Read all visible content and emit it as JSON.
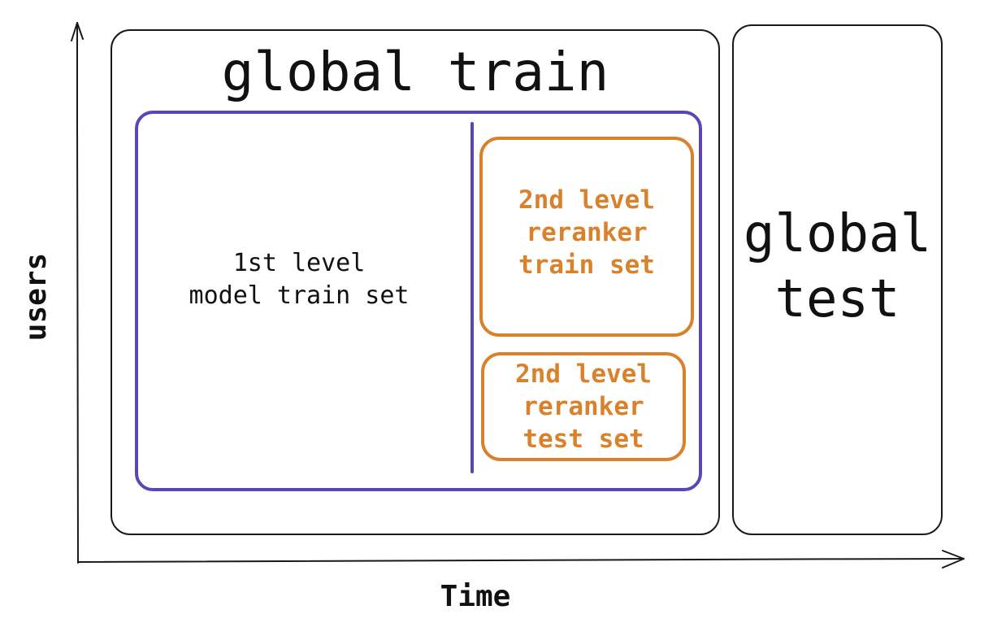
{
  "axes": {
    "x_label": "Time",
    "y_label": "users"
  },
  "global_train": {
    "title": "global train"
  },
  "global_test": {
    "title_lines": [
      "global",
      "test"
    ]
  },
  "first_level": {
    "lines": [
      "1st level",
      "model train set"
    ]
  },
  "reranker_train": {
    "lines": [
      "2nd level",
      "reranker",
      "train set"
    ]
  },
  "reranker_test": {
    "lines": [
      "2nd level",
      "reranker",
      "test set"
    ]
  },
  "colors": {
    "outline": "#1a1a1a",
    "first_level_border": "#5b45b9",
    "reranker_border": "#d9822b",
    "reranker_text": "#d9822b"
  }
}
